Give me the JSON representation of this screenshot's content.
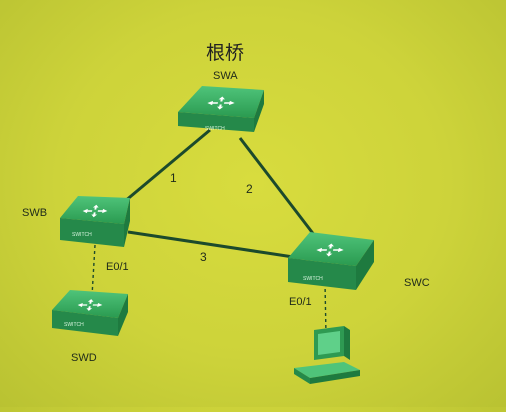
{
  "root_label": "根桥",
  "devices": {
    "swa": {
      "name": "SWA",
      "icon": "switch-icon",
      "badge": "SWITCH"
    },
    "swb": {
      "name": "SWB",
      "icon": "switch-icon",
      "badge": "SWITCH"
    },
    "swc": {
      "name": "SWC",
      "icon": "switch-icon",
      "badge": "SWITCH"
    },
    "swd": {
      "name": "SWD",
      "icon": "switch-icon",
      "badge": "SWITCH"
    },
    "pc": {
      "icon": "computer-icon"
    }
  },
  "links": {
    "l1": "1",
    "l2": "2",
    "l3": "3"
  },
  "ports": {
    "swb_e01": "E0/1",
    "swc_e01": "E0/1"
  },
  "colors": {
    "background": "#cfd53a",
    "switch": "#2e9a52",
    "link": "#1c4a2c"
  }
}
